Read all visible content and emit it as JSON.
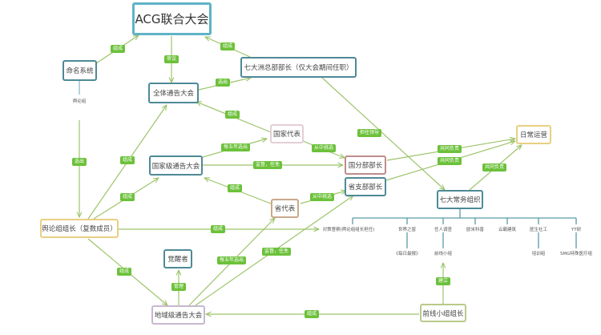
{
  "nodes": {
    "acg": "ACG联合大会",
    "naming": "命名系统",
    "seven_continents": "七大洲总部部长（仅大会期间任职）",
    "general_assembly": "全体通告大会",
    "national_rep": "国家代表",
    "national_assembly": "国家级通告大会",
    "national_branch_minister": "国分部部长",
    "daily_ops": "日常运营",
    "provincial_branch_minister": "省支部部长",
    "seven_orgs": "七大常务组织",
    "provincial_rep": "省代表",
    "opinion_leader": "舆论组组长（复数成员）",
    "awakener": "觉醒者",
    "regional_assembly": "地域级通告大会",
    "frontline_leader": "前线小组组长"
  },
  "edge_labels": {
    "naming_to_acg": "组成",
    "acg_to_general": "审议",
    "continents_to_acg": "组成",
    "general_to_continents": "选出",
    "naming_sub": "舆论组",
    "naming_to_opinion": "选出",
    "opinion_to_general": "组成",
    "national_rep_to_general": "组成",
    "national_assembly_to_rep": "每五年选出",
    "national_assembly_to_minister": "监督，任免",
    "rep_to_minister": "从中挑选",
    "continents_to_orgs": "担任领导",
    "minister_to_daily": "共同负责",
    "provincial_to_daily": "共同负责",
    "orgs_to_daily": "共同负责",
    "opinion_to_national": "组成",
    "prov_rep_to_national": "组成",
    "prov_rep_to_prov_minister": "从中挑选",
    "opinion_to_supervision": "组成",
    "opinion_to_regional": "组成",
    "regional_to_awakener": "管理",
    "regional_to_prov_rep": "每五年选出",
    "regional_to_prov_minister": "监督，任免",
    "frontline_to_regional": "组成",
    "frontline_to_squad": "建立"
  },
  "org_children": [
    {
      "name": "对策督察(舆论组组长担任)",
      "sub": ""
    },
    {
      "name": "世界之窗",
      "sub": "《每日最报》"
    },
    {
      "name": "任人调查",
      "sub": "前线小组"
    },
    {
      "name": "欧米科普",
      "sub": ""
    },
    {
      "name": "云霸建筑",
      "sub": ""
    },
    {
      "name": "医生社工",
      "sub": "培训组"
    },
    {
      "name": "YT研",
      "sub": "SMG特殊医疗组"
    }
  ],
  "colors": {
    "edge": "#9dc46b",
    "label_bg": "#6cc13a",
    "tree_line": "#5a9aa6",
    "root_border": "#5fb3c6"
  }
}
